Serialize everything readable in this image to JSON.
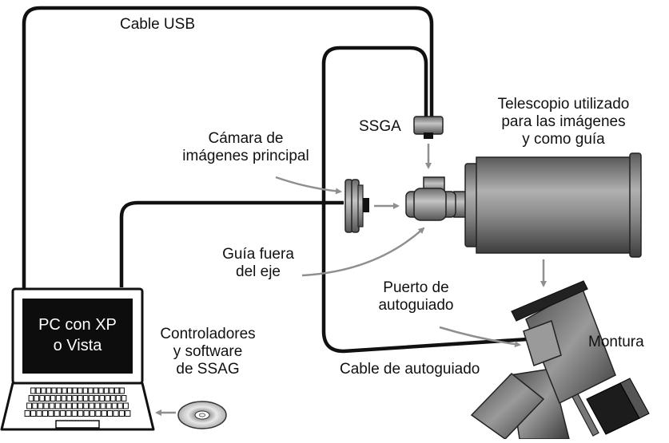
{
  "labels": {
    "cable_usb": "Cable USB",
    "ssga": "SSGA",
    "telescope_line1": "Telescopio utilizado",
    "telescope_line2": "para las imágenes",
    "telescope_line3": "y como guía",
    "camera_line1": "Cámara de",
    "camera_line2": "imágenes principal",
    "offaxis_line1": "Guía fuera",
    "offaxis_line2": "del eje",
    "port_line1": "Puerto de",
    "port_line2": "autoguiado",
    "mount": "Montura",
    "autoguide_cable": "Cable de autoguiado",
    "drivers_line1": "Controladores",
    "drivers_line2": "y software",
    "drivers_line3": "de SSAG",
    "pc_line1": "PC con XP",
    "pc_line2": "o Vista"
  },
  "colors": {
    "cable": "#111111",
    "arrow": "#8f8f8f",
    "metal_dark": "#4a4a4a",
    "metal_mid": "#8a8a8a",
    "metal_light": "#b8b8b8",
    "screen": "#0d0d0d"
  }
}
